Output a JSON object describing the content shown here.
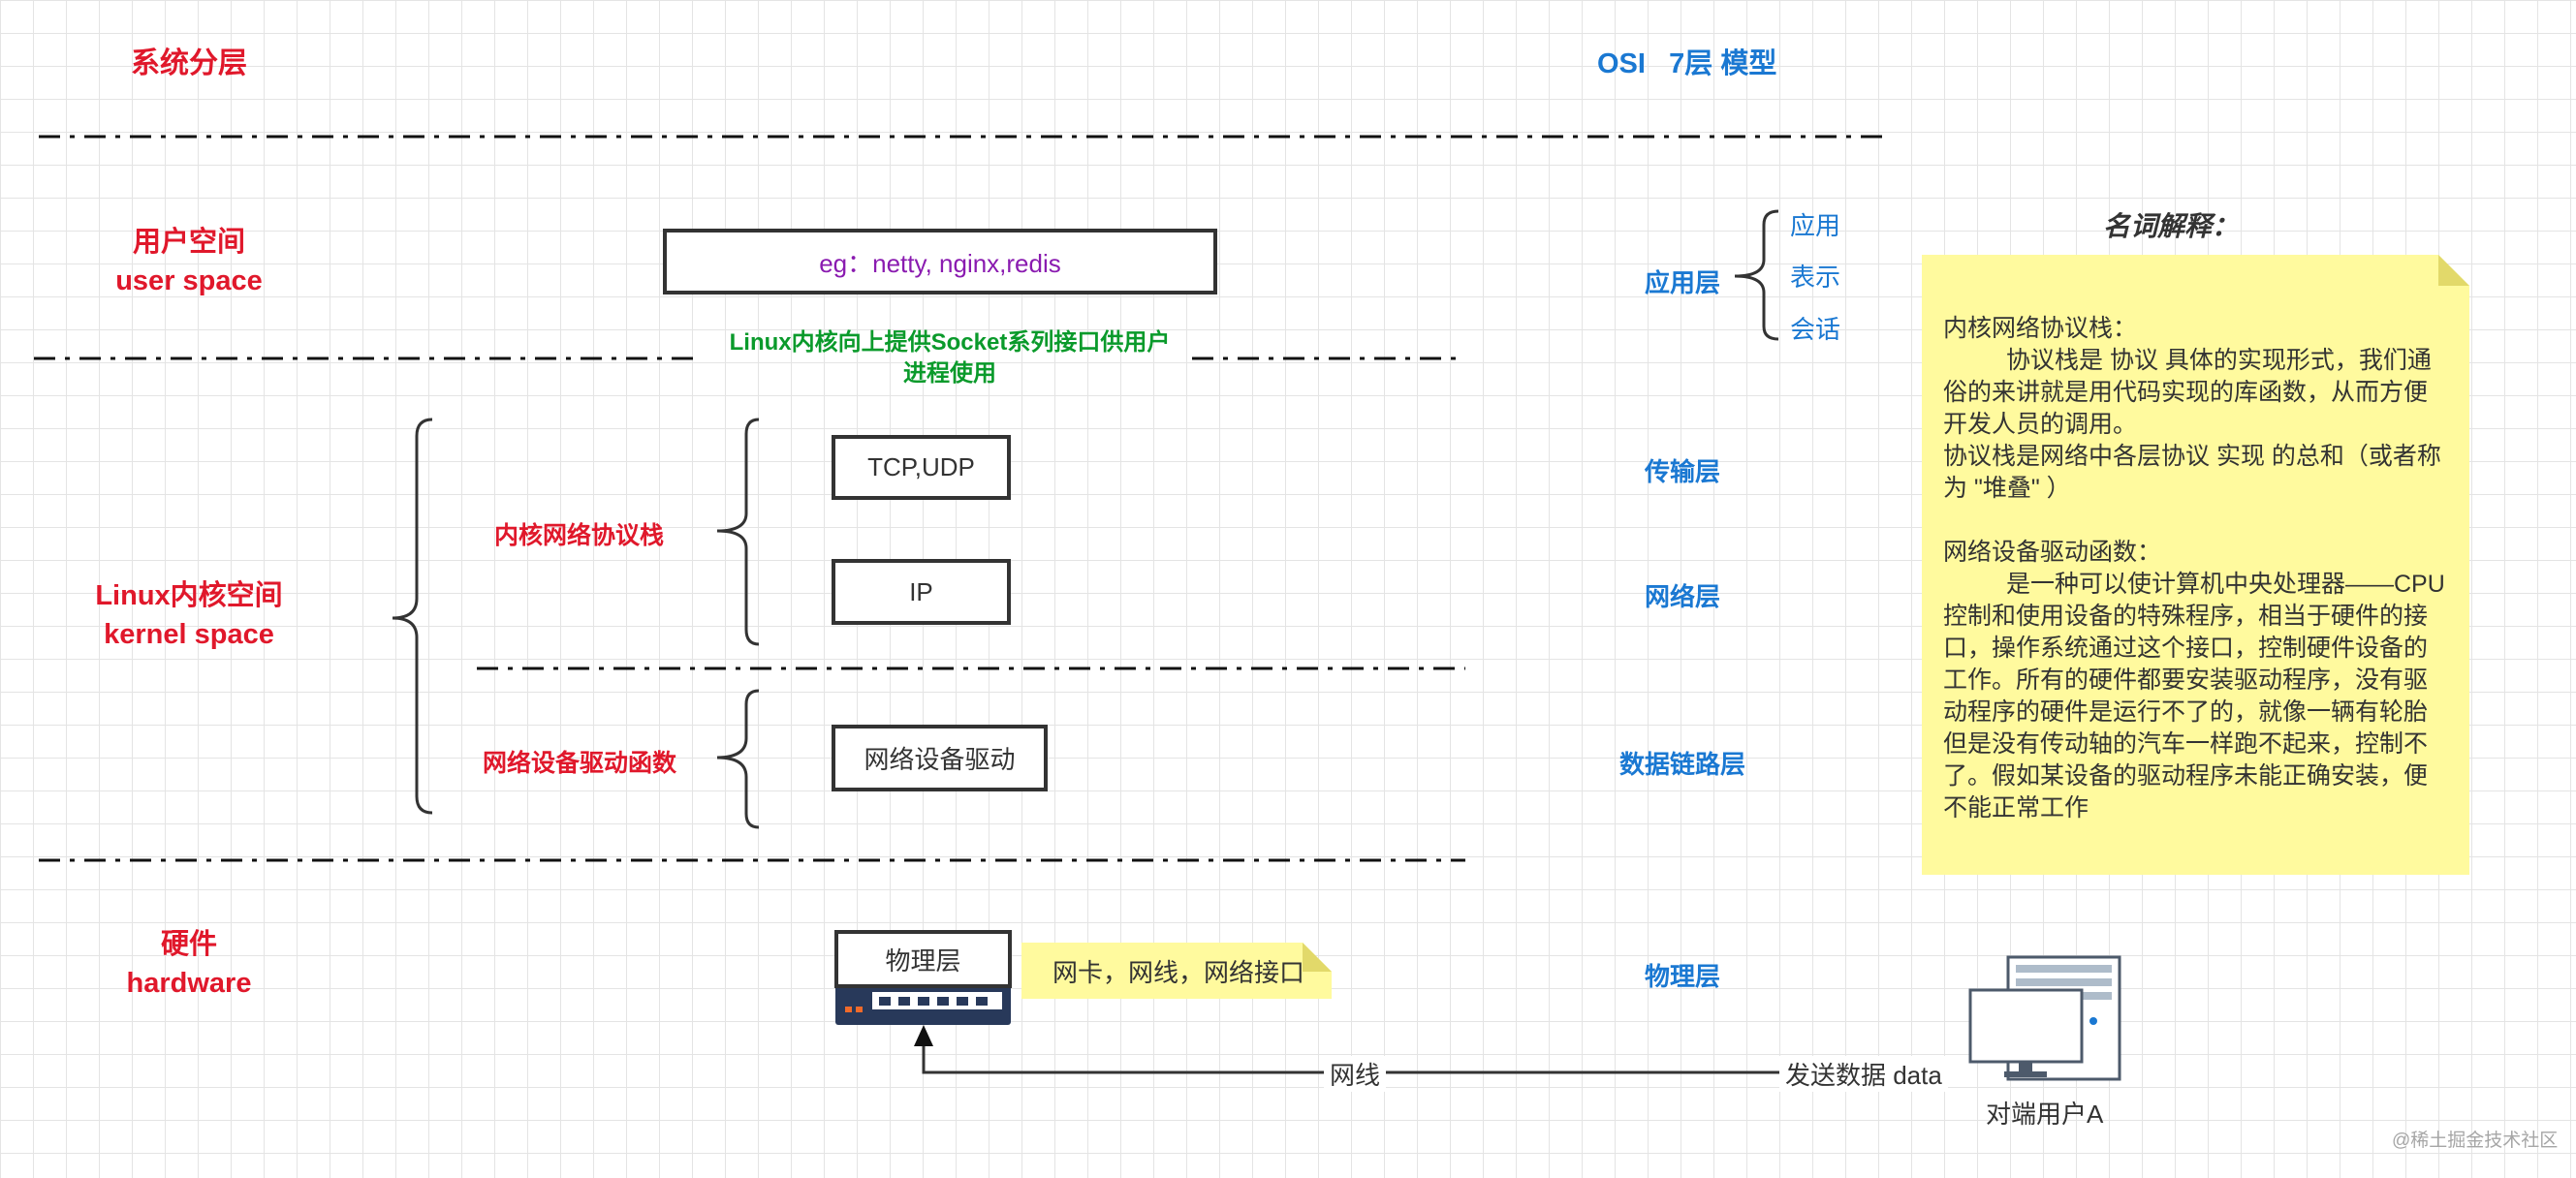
{
  "left_title": "系统分层",
  "right_title": "OSI   7层 模型",
  "layers": {
    "user": {
      "cn": "用户空间",
      "en": "user space"
    },
    "kernel": {
      "cn": "Linux内核空间",
      "en": "kernel space"
    },
    "hardware": {
      "cn": "硬件",
      "en": "hardware"
    }
  },
  "kernel_groups": {
    "protocol_stack": "内核网络协议栈",
    "driver": "网络设备驱动函数"
  },
  "boxes": {
    "app": "eg：netty, nginx,redis",
    "tcp": "TCP,UDP",
    "ip": "IP",
    "driver": "网络设备驱动",
    "physical": "物理层"
  },
  "socket_note": {
    "line1": "Linux内核向上提供Socket系列接口供用户",
    "line2": "进程使用"
  },
  "osi": {
    "application": "应用层",
    "sub": [
      "应用",
      "表示",
      "会话"
    ],
    "transport": "传输层",
    "network": "网络层",
    "datalink": "数据链路层",
    "physical": "物理层"
  },
  "glossary": {
    "title": "名词解释：",
    "h1": "内核网络协议栈：",
    "p1": "协议栈是 协议 具体的实现形式，我们通俗的来讲就是用代码实现的库函数，从而方便开发人员的调用。",
    "p2": "协议栈是网络中各层协议 实现 的总和（或者称为 \"堆叠\" ）",
    "h2": "网络设备驱动函数：",
    "p3": "是一种可以使计算机中央处理器——CPU控制和使用设备的特殊程序，相当于硬件的接口，操作系统通过这个接口，控制硬件设备的工作。所有的硬件都要安装驱动程序，没有驱动程序的硬件是运行不了的，就像一辆有轮胎但是没有传动轴的汽车一样跑不起来，控制不了。假如某设备的驱动程序未能正确安装，便不能正常工作"
  },
  "hardware_tip": "网卡，网线，网络接口",
  "link": {
    "cable": "网线",
    "send": "发送数据 data"
  },
  "peer": "对端用户A",
  "watermark": "@稀土掘金技术社区"
}
